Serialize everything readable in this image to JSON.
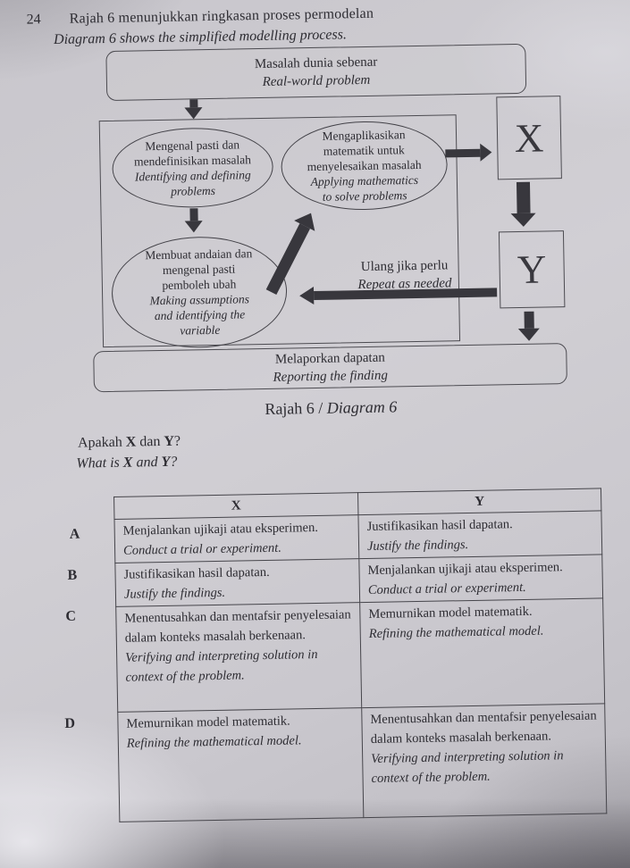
{
  "page": {
    "question_number": "24",
    "intro_malay": "Rajah 6 menunjukkan ringkasan proses permodelan",
    "intro_english": "Diagram 6 shows the simplified modelling process."
  },
  "diagram": {
    "top_box": {
      "malay": "Masalah dunia sebenar",
      "english": "Real-world problem"
    },
    "ellipse1": {
      "malay_lines": [
        "Mengenal pasti dan",
        "mendefinisikan masalah"
      ],
      "english_lines": [
        "Identifying and defining",
        "problems"
      ]
    },
    "ellipse2": {
      "malay_lines": [
        "Mengaplikasikan",
        "matematik untuk",
        "menyelesaikan masalah"
      ],
      "english_lines": [
        "Applying mathematics",
        "to solve problems"
      ]
    },
    "ellipse3": {
      "malay_lines": [
        "Membuat andaian dan",
        "mengenal pasti",
        "pemboleh ubah"
      ],
      "english_lines": [
        "Making assumptions",
        "and identifying the",
        "variable"
      ]
    },
    "repeat_label": {
      "malay": "Ulang jika perlu",
      "english": "Repeat as needed"
    },
    "x_box_label": "X",
    "y_box_label": "Y",
    "bottom_box": {
      "malay": "Melaporkan dapatan",
      "english": "Reporting the finding"
    },
    "caption_malay": "Rajah 6 /",
    "caption_english": "Diagram 6"
  },
  "question": {
    "malay": {
      "pre": "Apakah ",
      "x": "X",
      "mid": " dan ",
      "y": "Y",
      "post": "?"
    },
    "english": {
      "pre": "What is ",
      "x": "X",
      "mid": " and ",
      "y": "Y",
      "post": "?"
    }
  },
  "answer_table": {
    "col_x_header": "X",
    "col_y_header": "Y",
    "rows": [
      {
        "letter": "A",
        "x_malay": "Menjalankan ujikaji atau eksperimen.",
        "x_english": "Conduct a trial or experiment.",
        "y_malay": "Justifikasikan hasil dapatan.",
        "y_english": "Justify the findings."
      },
      {
        "letter": "B",
        "x_malay": "Justifikasikan hasil dapatan.",
        "x_english": "Justify the findings.",
        "y_malay": "Menjalankan ujikaji atau eksperimen.",
        "y_english": "Conduct a trial or experiment."
      },
      {
        "letter": "C",
        "x_malay": "Menentusahkan dan mentafsir penyelesaian dalam konteks masalah berkenaan.",
        "x_english": "Verifying and interpreting solution in context of the problem.",
        "y_malay": "Memurnikan model matematik.",
        "y_english": "Refining the mathematical model."
      },
      {
        "letter": "D",
        "x_malay": "Memurnikan model matematik.",
        "x_english": "Refining the mathematical model.",
        "y_malay": "Menentusahkan dan mentafsir penyelesaian dalam konteks masalah berkenaan.",
        "y_english": "Verifying and interpreting solution in context of the problem."
      }
    ]
  }
}
